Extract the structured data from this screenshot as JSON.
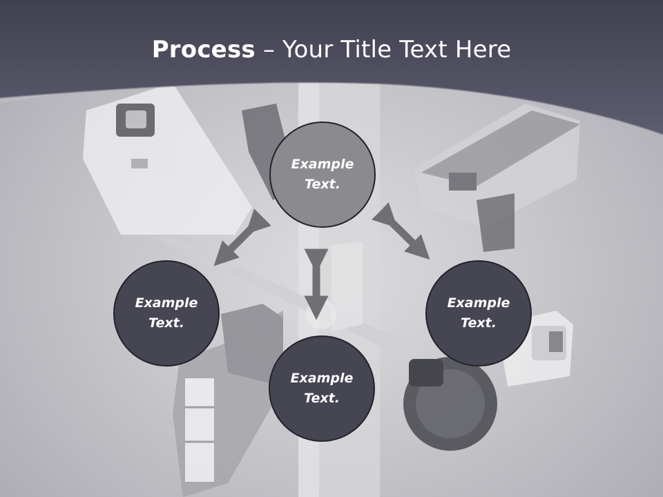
{
  "title": {
    "bold": "Process",
    "rest": " – Your Title Text Here"
  },
  "nodes": [
    {
      "id": "top",
      "text": "Example\nText."
    },
    {
      "id": "left",
      "text": "Example\nText."
    },
    {
      "id": "bottom",
      "text": "Example\nText."
    },
    {
      "id": "right",
      "text": "Example\nText."
    }
  ],
  "colors": {
    "header": "#4a4a5a",
    "node_dark": "#464552",
    "node_light": "#8b8b8f",
    "arrow": "#707074"
  },
  "background_image": "security-cameras-photo"
}
